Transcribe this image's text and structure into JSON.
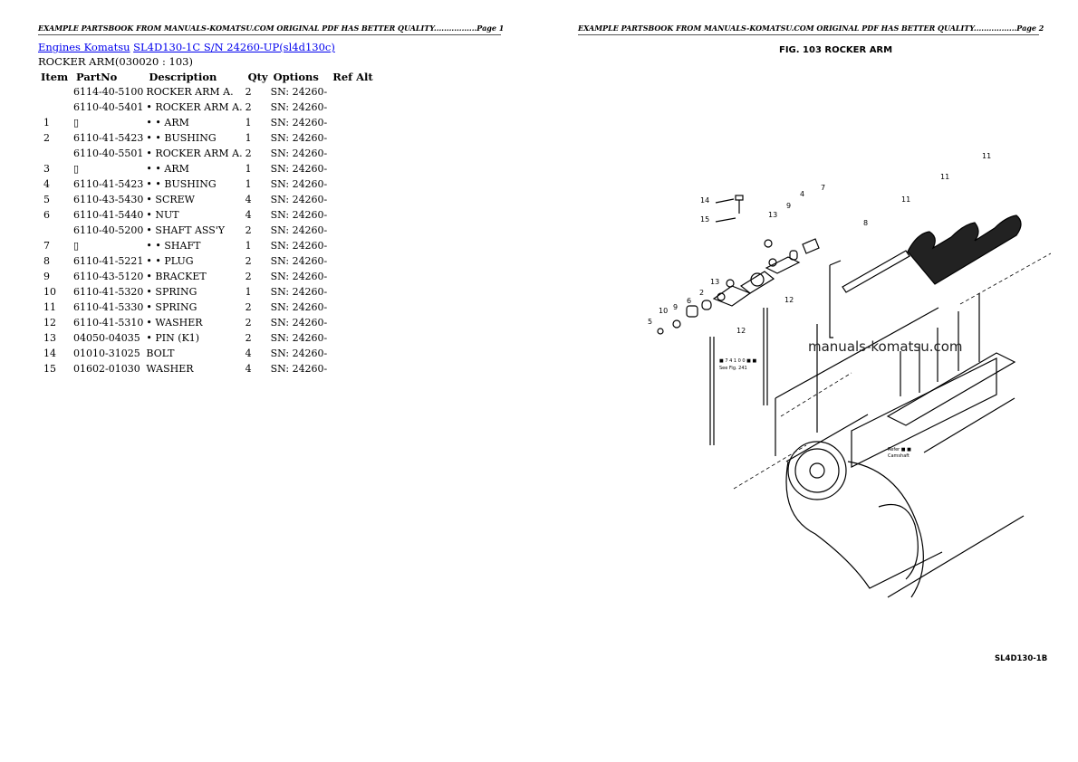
{
  "page1": {
    "header": "EXAMPLE PARTSBOOK FROM MANUALS-KOMATSU.COM ORIGINAL PDF HAS BETTER QUALITY.................Page 1",
    "breadcrumb": [
      {
        "label": "Engines Komatsu"
      },
      {
        "label": "SL4D130-1C S/N 24260-UP(sl4d130c)"
      }
    ],
    "subtitle": "ROCKER ARM(030020 : 103)",
    "table": {
      "columns": [
        "Item",
        "PartNo",
        "Description",
        "Qty",
        "Options",
        "Ref Alt"
      ],
      "rows": [
        [
          "",
          "6114-40-5100",
          "ROCKER ARM A.",
          "2",
          "SN: 24260-",
          ""
        ],
        [
          "",
          "6110-40-5401",
          "• ROCKER ARM A.",
          "2",
          "SN: 24260-",
          ""
        ],
        [
          "1",
          "▯",
          "• • ARM",
          "1",
          "SN: 24260-",
          ""
        ],
        [
          "2",
          "6110-41-5423",
          "• • BUSHING",
          "1",
          "SN: 24260-",
          ""
        ],
        [
          "",
          "6110-40-5501",
          "• ROCKER ARM A.",
          "2",
          "SN: 24260-",
          ""
        ],
        [
          "3",
          "▯",
          "• • ARM",
          "1",
          "SN: 24260-",
          ""
        ],
        [
          "4",
          "6110-41-5423",
          "• • BUSHING",
          "1",
          "SN: 24260-",
          ""
        ],
        [
          "5",
          "6110-43-5430",
          "• SCREW",
          "4",
          "SN: 24260-",
          ""
        ],
        [
          "6",
          "6110-41-5440",
          "• NUT",
          "4",
          "SN: 24260-",
          ""
        ],
        [
          "",
          "6110-40-5200",
          "• SHAFT ASS'Y",
          "2",
          "SN: 24260-",
          ""
        ],
        [
          "7",
          "▯",
          "• • SHAFT",
          "1",
          "SN: 24260-",
          ""
        ],
        [
          "8",
          "6110-41-5221",
          "• • PLUG",
          "2",
          "SN: 24260-",
          ""
        ],
        [
          "9",
          "6110-43-5120",
          "• BRACKET",
          "2",
          "SN: 24260-",
          ""
        ],
        [
          "10",
          "6110-41-5320",
          "• SPRING",
          "1",
          "SN: 24260-",
          ""
        ],
        [
          "11",
          "6110-41-5330",
          "• SPRING",
          "2",
          "SN: 24260-",
          ""
        ],
        [
          "12",
          "6110-41-5310",
          "• WASHER",
          "2",
          "SN: 24260-",
          ""
        ],
        [
          "13",
          "04050-04035",
          "• PIN (K1)",
          "2",
          "SN: 24260-",
          ""
        ],
        [
          "14",
          "01010-31025",
          "BOLT",
          "4",
          "SN: 24260-",
          ""
        ],
        [
          "15",
          "01602-01030",
          "WASHER",
          "4",
          "SN: 24260-",
          ""
        ]
      ]
    }
  },
  "page2": {
    "header": "EXAMPLE PARTSBOOK FROM MANUALS-KOMATSU.COM ORIGINAL PDF HAS BETTER QUALITY.................Page 2",
    "figure_title": "FIG. 103  ROCKER ARM",
    "watermark": "manuals-komatsu.com",
    "figure_code": "SL4D130-1B"
  }
}
